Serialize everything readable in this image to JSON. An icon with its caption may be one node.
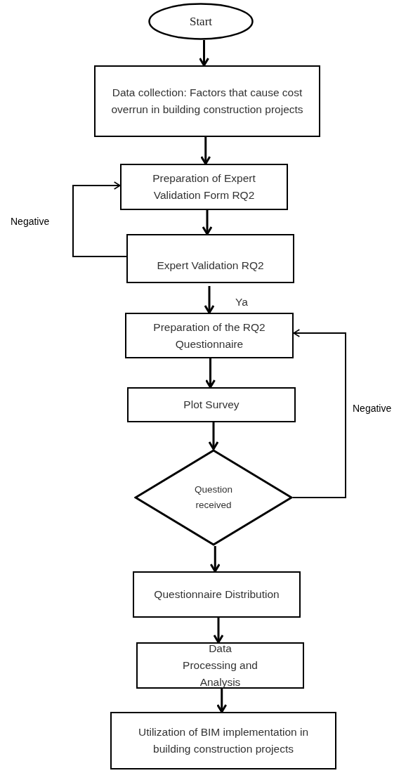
{
  "diagram": {
    "nodes": [
      {
        "text": [
          "Start"
        ]
      },
      {
        "text": [
          "Data collection: Factors that cause cost overrun in building construction projects"
        ]
      },
      {
        "text": [
          "Preparation of Expert Validation Form RQ2"
        ]
      },
      {
        "text": [
          "Expert Validation RQ2"
        ]
      },
      {
        "text": [
          "Preparation of the RQ2 Questionnaire"
        ]
      },
      {
        "text": [
          "Plot Survey"
        ]
      },
      {
        "text": [
          "Question received"
        ]
      },
      {
        "text": [
          "Questionnaire Distribution"
        ]
      },
      {
        "text": [
          "Data Processing and Analysis"
        ]
      },
      {
        "text": [
          "Utilization of BIM implementation in building construction projects"
        ]
      }
    ],
    "edges": [
      {
        "from": 0,
        "to": 1,
        "arrow": "to"
      },
      {
        "from": 1,
        "to": 2,
        "arrow": "to"
      },
      {
        "from": 2,
        "to": 3,
        "arrow": "to"
      },
      {
        "from": 3,
        "to": 2,
        "arrow": "to",
        "label": "Negative"
      },
      {
        "from": 3,
        "to": 4,
        "arrow": "to",
        "label": "Ya"
      },
      {
        "from": 4,
        "to": 5,
        "arrow": "to"
      },
      {
        "from": 5,
        "to": 6,
        "arrow": "to"
      },
      {
        "from": 6,
        "to": 4,
        "arrow": "to",
        "label": "Negative"
      },
      {
        "from": 6,
        "to": 7,
        "arrow": "to"
      },
      {
        "from": 7,
        "to": 8,
        "arrow": "to"
      },
      {
        "from": 8,
        "to": 9,
        "arrow": "to"
      }
    ]
  }
}
